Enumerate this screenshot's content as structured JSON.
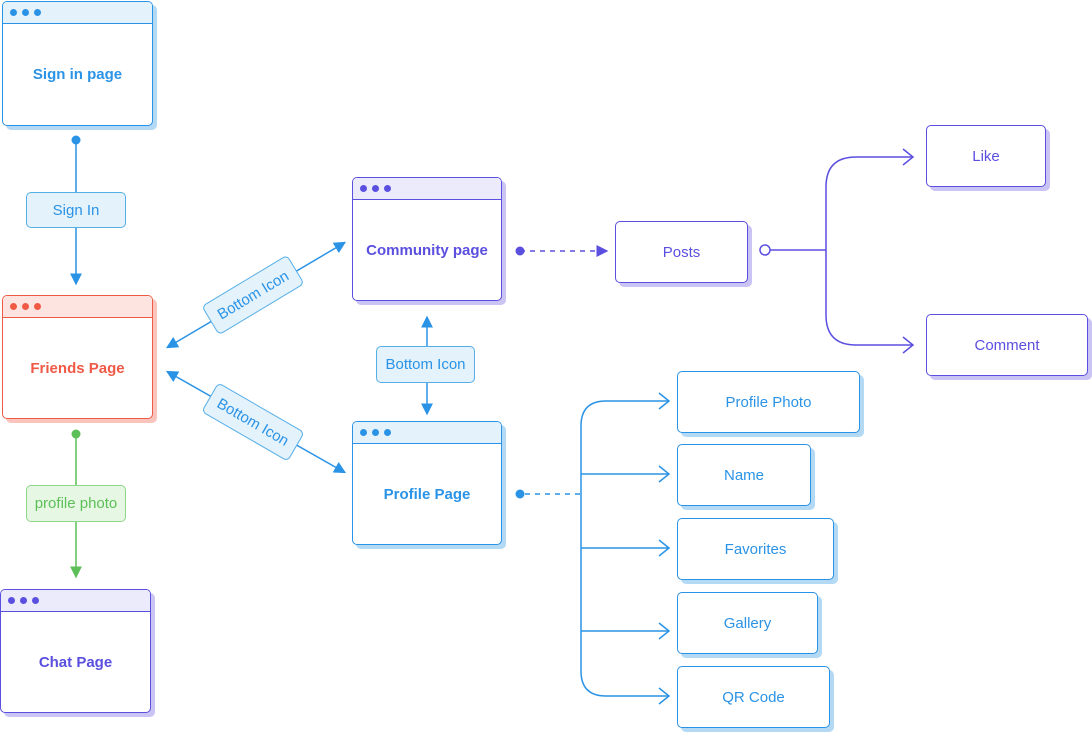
{
  "colors": {
    "blue": "#2a93e6",
    "purple": "#5b4fe0",
    "red": "#ef5a47",
    "green": "#5cbf57"
  },
  "nodes": {
    "sign_in_page": "Sign in page",
    "friends_page": "Friends Page",
    "chat_page": "Chat Page",
    "community_page": "Community page",
    "profile_page": "Profile Page",
    "posts": "Posts",
    "like": "Like",
    "comment": "Comment",
    "profile_items": [
      "Profile Photo",
      "Name",
      "Favorites",
      "Gallery",
      "QR Code"
    ]
  },
  "edge_labels": {
    "sign_in": "Sign In",
    "friends_to_community": "Bottom Icon",
    "friends_to_profile": "Bottom Icon",
    "community_profile": "Bottom Icon",
    "friends_to_chat": "profile photo"
  }
}
